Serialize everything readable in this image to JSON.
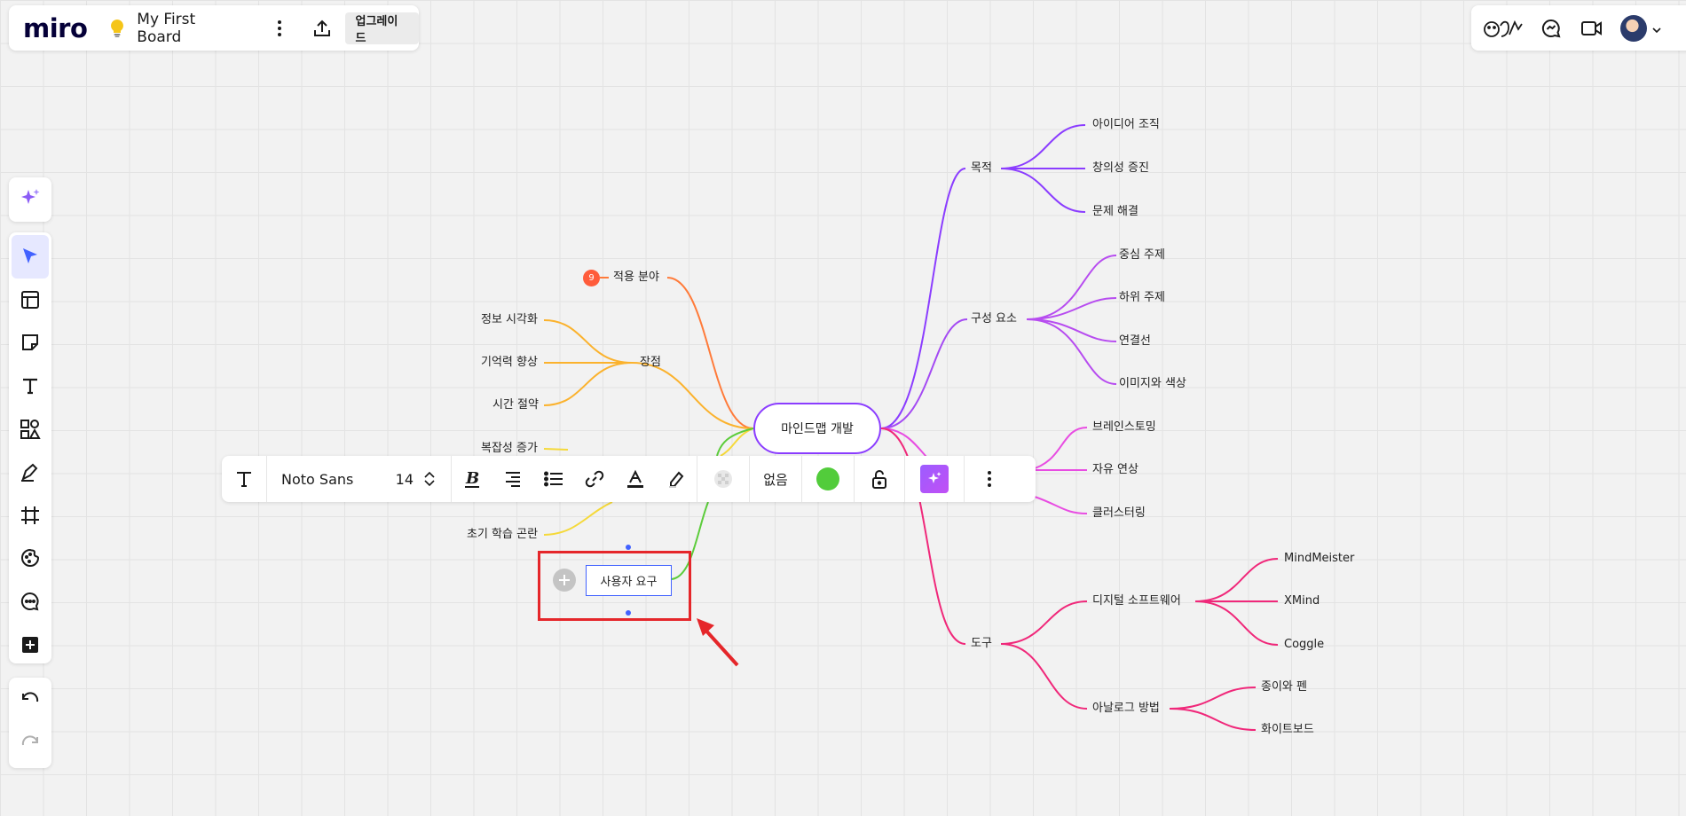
{
  "topbar": {
    "logo": "miro",
    "board_icon": "lightbulb-icon",
    "board_title": "My First Board",
    "more_icon": "vertical-dots-icon",
    "share_icon": "upload-icon",
    "upgrade_label": "업그레이드"
  },
  "topright": {
    "icons": [
      "reactions-icon",
      "chat-icon",
      "video-icon"
    ],
    "avatar": "user-avatar"
  },
  "left_toolbar": {
    "ai": "sparkles-icon",
    "tools": [
      "select-icon",
      "templates-icon",
      "sticky-note-icon",
      "text-icon",
      "shapes-icon",
      "pen-icon",
      "frame-icon",
      "sticker-icon",
      "comment-icon",
      "more-apps-icon"
    ],
    "undo": "undo-icon",
    "redo": "redo-icon"
  },
  "format_toolbar": {
    "font_name": "Noto Sans",
    "font_size": "14",
    "border_label": "없음",
    "color": "#52cc3b",
    "icons": [
      "text-type-icon",
      "bold-icon",
      "align-icon",
      "list-icon",
      "link-icon",
      "text-color-icon",
      "highlight-icon",
      "fill-icon",
      "lock-icon",
      "ai-icon",
      "more-icon"
    ]
  },
  "mindmap": {
    "root": "마인드맵 개발",
    "badge": "9",
    "selected_node": "사용자 요구",
    "left": {
      "field": "적용 분야",
      "merits": "장점",
      "merit_items": [
        "정보 시각화",
        "기억력 향상",
        "시간 절약"
      ],
      "cons_items": [
        "복잡성 증가",
        "초기 학습 곤란"
      ]
    },
    "right": {
      "purpose": "목적",
      "purpose_items": [
        "아이디어 조직",
        "창의성 증진",
        "문제 해결"
      ],
      "components": "구성 요소",
      "component_items": [
        "중심 주제",
        "하위 주제",
        "연결선",
        "이미지와 색상"
      ],
      "method_items": [
        "브레인스토밍",
        "자유 연상",
        "클러스터링"
      ],
      "tools": "도구",
      "digital": "디지털 소프트웨어",
      "digital_items": [
        "MindMeister",
        "XMind",
        "Coggle"
      ],
      "analog": "아날로그 방법",
      "analog_items": [
        "종이와 펜",
        "화이트보드"
      ]
    },
    "colors": {
      "purple": "#8b3dff",
      "violet": "#b74cf0",
      "magenta": "#e84de2",
      "pink": "#f0287a",
      "orange": "#ff7b3a",
      "amber": "#fbb22d",
      "yellow": "#f5d93a",
      "green": "#5ccc3b"
    }
  },
  "annotation": {
    "box_color": "#e5262a",
    "arrow_color": "#e5262a"
  }
}
